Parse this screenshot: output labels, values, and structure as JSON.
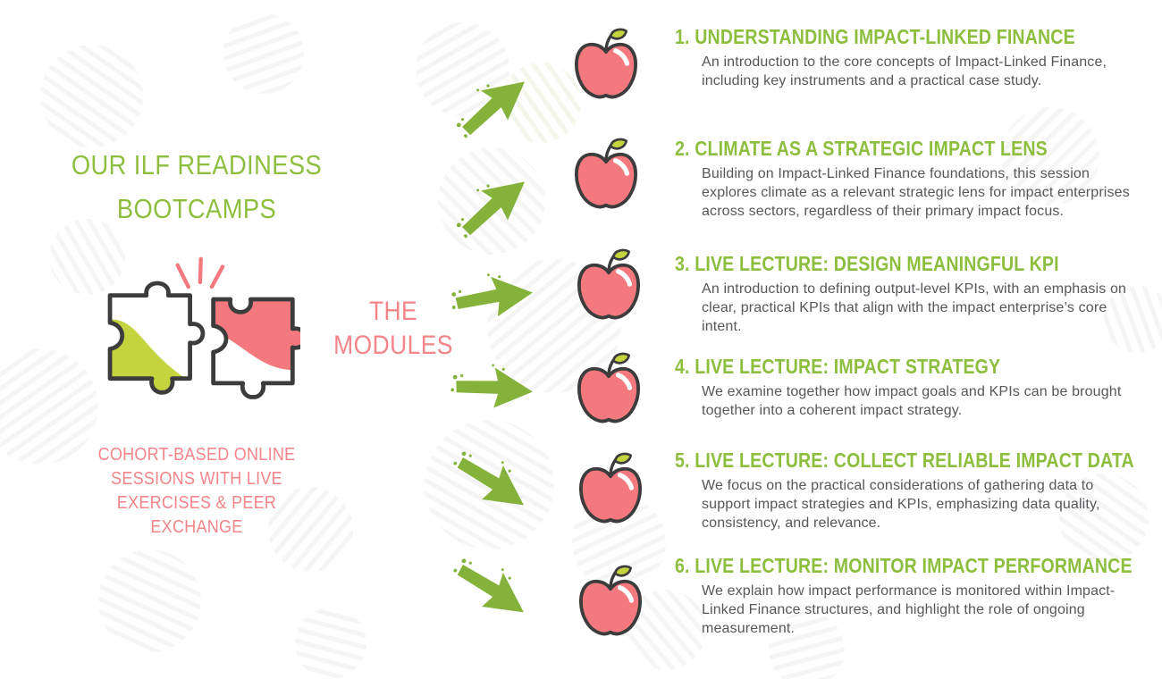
{
  "left_panel": {
    "title_line1": "OUR ILF READINESS",
    "title_line2": "BOOTCAMPS",
    "caption_line1": "COHORT-BASED ONLINE",
    "caption_line2": "SESSIONS WITH LIVE",
    "caption_line3": "EXERCISES & PEER",
    "caption_line4": "EXCHANGE"
  },
  "modules_label": {
    "line1": "THE",
    "line2": "MODULES"
  },
  "modules": [
    {
      "number": "1.",
      "title": "UNDERSTANDING IMPACT-LINKED FINANCE",
      "description": "An introduction to the core concepts of Impact-Linked Finance, including key instruments and a practical case study."
    },
    {
      "number": "2.",
      "title": "CLIMATE AS A STRATEGIC IMPACT LENS",
      "description": "Building on Impact-Linked Finance foundations, this session explores climate as a relevant strategic lens for impact enterprises across sectors, regardless of their primary impact focus."
    },
    {
      "number": "3.",
      "title": "LIVE LECTURE: DESIGN MEANINGFUL KPI",
      "description": "An introduction to defining output-level KPIs, with an emphasis on clear, practical KPIs that align with the impact enterprise’s core intent."
    },
    {
      "number": "4.",
      "title": "LIVE LECTURE: IMPACT STRATEGY",
      "description": "We examine together how impact goals and KPIs can be brought together into a coherent impact strategy."
    },
    {
      "number": "5.",
      "title": "LIVE LECTURE: COLLECT RELIABLE IMPACT DATA",
      "description": "We focus on the practical considerations of gathering data to support impact strategies and KPIs, emphasizing data quality, consistency, and relevance."
    },
    {
      "number": "6.",
      "title": "LIVE LECTURE: MONITOR IMPACT PERFORMANCE",
      "description": "We explain how impact performance is monitored within Impact-Linked Finance structures, and highlight the role of ongoing measurement."
    }
  ],
  "icons": {
    "puzzle": "puzzle-pieces-icon",
    "spark": "spark-lines-icon",
    "arrow": "brush-arrow-icon",
    "apple": "apple-icon"
  },
  "palette": {
    "heading_green": "#8dbe3e",
    "arrow_green": "#85b23a",
    "lime": "#c3d43f",
    "coral": "#f4797f",
    "pink_text": "#f4858a",
    "outline_dark": "#3c3c3c",
    "body_text": "#56575a",
    "scribble_gray": "#f0f0f0"
  }
}
